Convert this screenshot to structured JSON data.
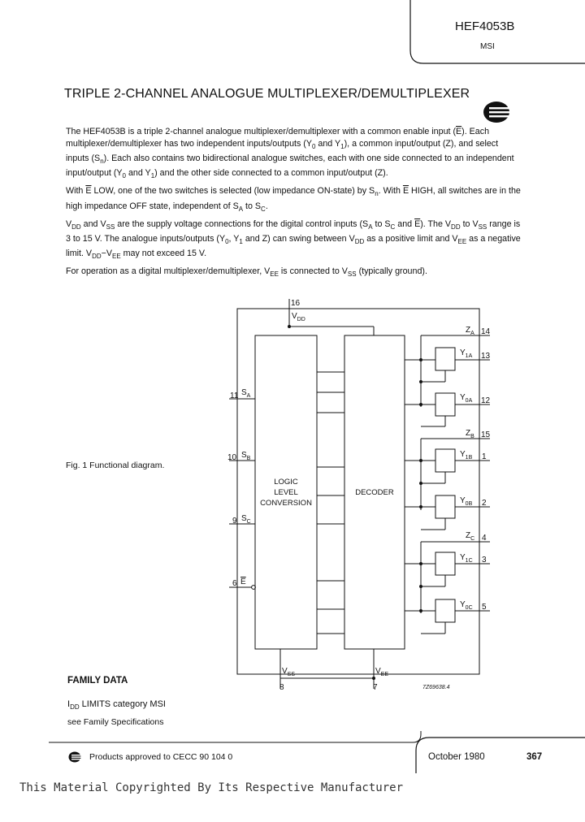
{
  "header": {
    "part_number": "HEF4053B",
    "category": "MSI"
  },
  "title": "TRIPLE 2-CHANNEL ANALOGUE MULTIPLEXER/DEMULTIPLEXER",
  "figure": {
    "caption": "Fig. 1  Functional diagram.",
    "block_logic": [
      "LOGIC",
      "LEVEL",
      "CONVERSION"
    ],
    "block_decoder": "DECODER",
    "pin_vdd": "16",
    "pin_vss": "8",
    "pin_vee": "7",
    "left_pins": [
      {
        "num": "11",
        "name": "S",
        "sub": "A"
      },
      {
        "num": "10",
        "name": "S",
        "sub": "B"
      },
      {
        "num": "9",
        "name": "S",
        "sub": "C"
      },
      {
        "num": "6",
        "name": "E",
        "sub": ""
      }
    ],
    "right_pins": [
      {
        "num": "14",
        "name": "Z",
        "sub": "A"
      },
      {
        "num": "13",
        "name": "Y",
        "sub": "1A"
      },
      {
        "num": "12",
        "name": "Y",
        "sub": "0A"
      },
      {
        "num": "15",
        "name": "Z",
        "sub": "B"
      },
      {
        "num": "1",
        "name": "Y",
        "sub": "1B"
      },
      {
        "num": "2",
        "name": "Y",
        "sub": "0B"
      },
      {
        "num": "4",
        "name": "Z",
        "sub": "C"
      },
      {
        "num": "3",
        "name": "Y",
        "sub": "1C"
      },
      {
        "num": "5",
        "name": "Y",
        "sub": "0C"
      }
    ],
    "supply_labels": {
      "vdd": "V",
      "vdd_sub": "DD",
      "vss": "V",
      "vss_sub": "SS",
      "vee": "V",
      "vee_sub": "EE"
    },
    "drawing_code": "7Z69638.4"
  },
  "family": {
    "title": "FAMILY DATA",
    "idd_prefix": "I",
    "idd_sub": "DD",
    "idd_rest": " LIMITS category MSI",
    "see": "see Family Specifications"
  },
  "footer": {
    "approval": "Products approved to CECC 90 104 0",
    "date": "October 1980",
    "page": "367"
  },
  "copyright": "This Material Copyrighted By Its Respective Manufacturer"
}
